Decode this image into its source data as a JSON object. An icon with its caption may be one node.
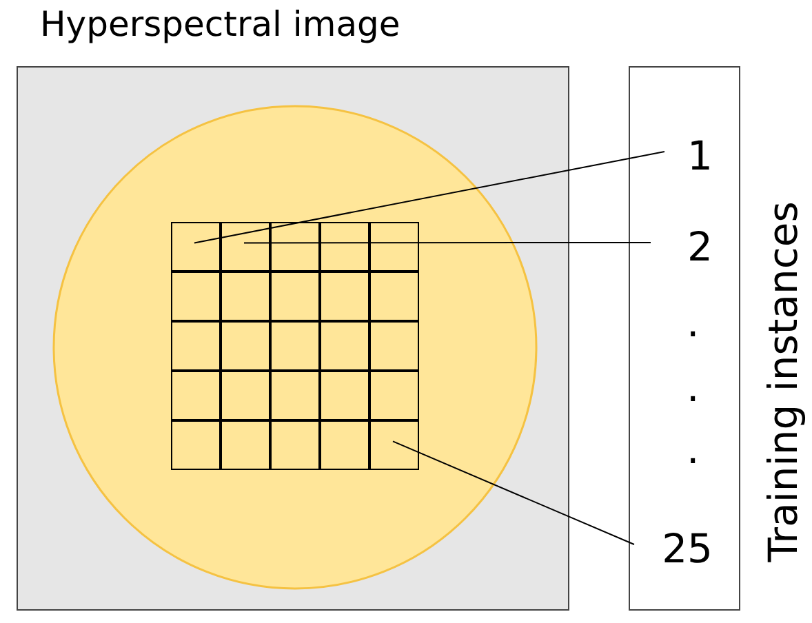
{
  "diagram": {
    "nodes": [
      {
        "text": [
          "Hyperspectral image"
        ]
      },
      {
        "text": [],
        "shape": "circle",
        "in": 0
      },
      {
        "text": [],
        "shape": "box",
        "in": 1
      },
      {
        "text": [],
        "shape": "box",
        "in": 1
      },
      {
        "text": [],
        "shape": "box",
        "in": 1
      },
      {
        "text": [],
        "shape": "box",
        "in": 1
      },
      {
        "text": [],
        "shape": "box",
        "in": 1
      },
      {
        "text": [],
        "shape": "box",
        "in": 1
      },
      {
        "text": [],
        "shape": "box",
        "in": 1
      },
      {
        "text": [],
        "shape": "box",
        "in": 1
      },
      {
        "text": [],
        "shape": "box",
        "in": 1
      },
      {
        "text": [],
        "shape": "box",
        "in": 1
      },
      {
        "text": [],
        "shape": "box",
        "in": 1
      },
      {
        "text": [],
        "shape": "box",
        "in": 1
      },
      {
        "text": [],
        "shape": "box",
        "in": 1
      },
      {
        "text": [],
        "shape": "box",
        "in": 1
      },
      {
        "text": [],
        "shape": "box",
        "in": 1
      },
      {
        "text": [],
        "shape": "box",
        "in": 1
      },
      {
        "text": [],
        "shape": "box",
        "in": 1
      },
      {
        "text": [],
        "shape": "box",
        "in": 1
      },
      {
        "text": [],
        "shape": "box",
        "in": 1
      },
      {
        "text": [],
        "shape": "box",
        "in": 1
      },
      {
        "text": [],
        "shape": "box",
        "in": 1
      },
      {
        "text": [],
        "shape": "box",
        "in": 1
      },
      {
        "text": [],
        "shape": "box",
        "in": 1
      },
      {
        "text": [],
        "shape": "box",
        "in": 1
      },
      {
        "text": [],
        "shape": "box",
        "in": 1
      },
      {
        "text": [
          "Training instances"
        ]
      },
      {
        "text": [
          "1"
        ],
        "in": 27
      },
      {
        "text": [
          "2"
        ],
        "in": 27
      },
      {
        "text": [
          "25"
        ],
        "in": 27
      }
    ],
    "edges": [
      {
        "from": 28,
        "to": 2,
        "arrow": "none"
      },
      {
        "from": 29,
        "to": 3,
        "arrow": "none"
      },
      {
        "from": 30,
        "to": 26,
        "arrow": "none"
      }
    ],
    "labels": [
      ".",
      ".",
      "."
    ]
  }
}
